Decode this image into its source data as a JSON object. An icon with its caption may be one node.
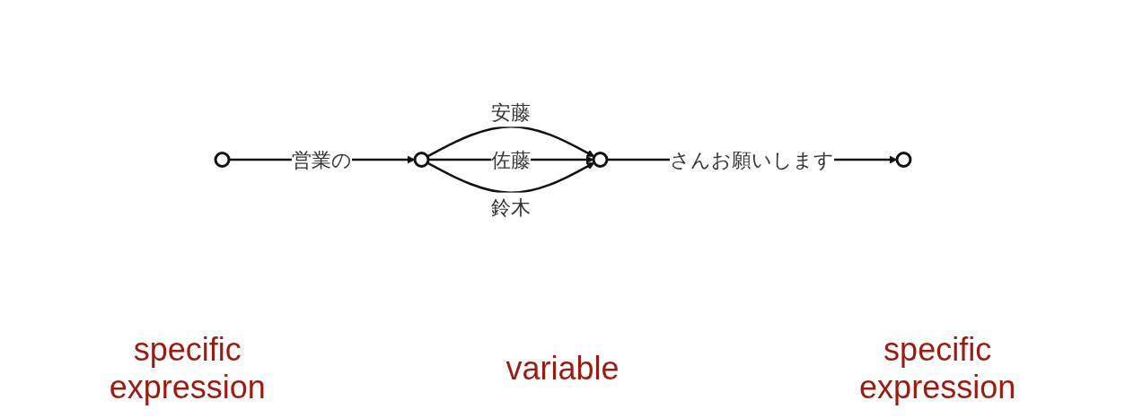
{
  "diagram": {
    "nodes": [
      {
        "text": [],
        "shape": "circle"
      },
      {
        "text": [],
        "shape": "circle"
      },
      {
        "text": [],
        "shape": "circle"
      },
      {
        "text": [],
        "shape": "circle"
      }
    ],
    "edges": [
      {
        "from": 0,
        "to": 1,
        "arrow": "to",
        "label": "営業の"
      },
      {
        "from": 1,
        "to": 2,
        "arrow": "to",
        "label": "安藤"
      },
      {
        "from": 1,
        "to": 2,
        "arrow": "to",
        "label": "佐藤"
      },
      {
        "from": 1,
        "to": 2,
        "arrow": "to",
        "label": "鈴木"
      },
      {
        "from": 2,
        "to": 3,
        "arrow": "to",
        "label": "さんお願いします"
      }
    ],
    "labels": [
      "specific expression",
      "variable",
      "specific expression"
    ]
  }
}
